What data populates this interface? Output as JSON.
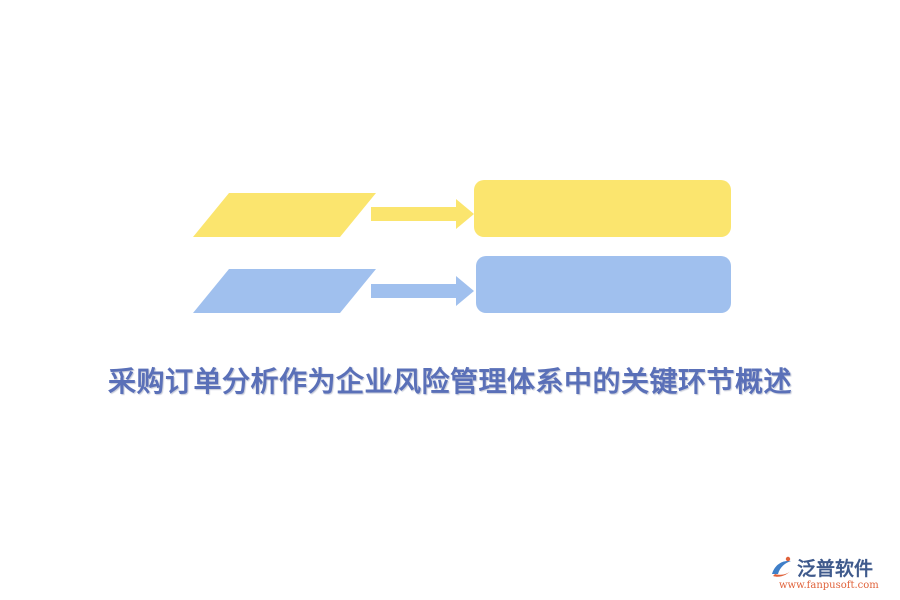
{
  "diagram": {
    "title": "采购订单分析作为企业风险管理体系中的关键环节概述",
    "rows": [
      {
        "color": "#fbe56e"
      },
      {
        "color": "#a0c0ee"
      }
    ]
  },
  "logo": {
    "name": "泛普软件",
    "url": "www.fanpusoft.com",
    "mark_color": "#e0623a",
    "accent_color": "#3f7fc8"
  },
  "colors": {
    "title": "#5a70b8",
    "yellow": "#fbe56e",
    "blue": "#a0c0ee"
  }
}
